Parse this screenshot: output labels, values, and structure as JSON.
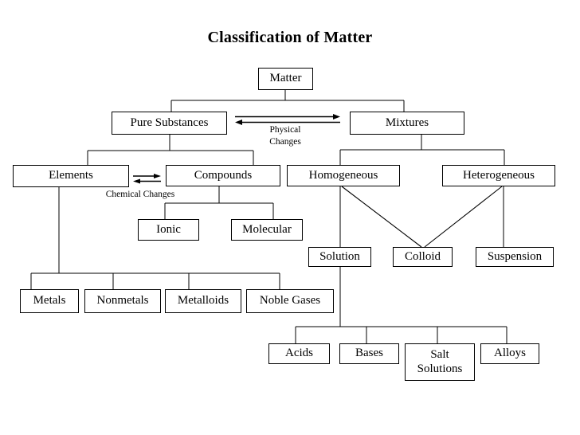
{
  "title": "Classification of Matter",
  "nodes": {
    "matter": "Matter",
    "pure_substances": "Pure Substances",
    "mixtures": "Mixtures",
    "elements": "Elements",
    "compounds": "Compounds",
    "homogeneous": "Homogeneous",
    "heterogeneous": "Heterogeneous",
    "ionic": "Ionic",
    "molecular": "Molecular",
    "solution": "Solution",
    "colloid": "Colloid",
    "suspension": "Suspension",
    "metals": "Metals",
    "nonmetals": "Nonmetals",
    "metalloids": "Metalloids",
    "noble_gases": "Noble Gases",
    "acids": "Acids",
    "bases": "Bases",
    "salt_solutions": "Salt Solutions",
    "alloys": "Alloys"
  },
  "labels": {
    "physical_changes_line1": "Physical",
    "physical_changes_line2": "Changes",
    "chemical_changes": "Chemical Changes"
  },
  "relations": {
    "edges": [
      [
        "Matter",
        "Pure Substances"
      ],
      [
        "Matter",
        "Mixtures"
      ],
      [
        "Pure Substances",
        "Elements"
      ],
      [
        "Pure Substances",
        "Compounds"
      ],
      [
        "Compounds",
        "Ionic"
      ],
      [
        "Compounds",
        "Molecular"
      ],
      [
        "Mixtures",
        "Homogeneous"
      ],
      [
        "Mixtures",
        "Heterogeneous"
      ],
      [
        "Homogeneous",
        "Solution"
      ],
      [
        "Homogeneous",
        "Colloid"
      ],
      [
        "Heterogeneous",
        "Colloid"
      ],
      [
        "Heterogeneous",
        "Suspension"
      ],
      [
        "Elements",
        "Metals"
      ],
      [
        "Elements",
        "Nonmetals"
      ],
      [
        "Elements",
        "Metalloids"
      ],
      [
        "Elements",
        "Noble Gases"
      ],
      [
        "Solution",
        "Acids"
      ],
      [
        "Solution",
        "Bases"
      ],
      [
        "Solution",
        "Salt Solutions"
      ],
      [
        "Solution",
        "Alloys"
      ]
    ],
    "bidirectional": [
      {
        "between": [
          "Pure Substances",
          "Mixtures"
        ],
        "label": "Physical Changes"
      },
      {
        "between": [
          "Elements",
          "Compounds"
        ],
        "label": "Chemical Changes"
      }
    ]
  },
  "colors": {
    "background": "#ffffff",
    "line": "#000000",
    "text": "#000000"
  }
}
